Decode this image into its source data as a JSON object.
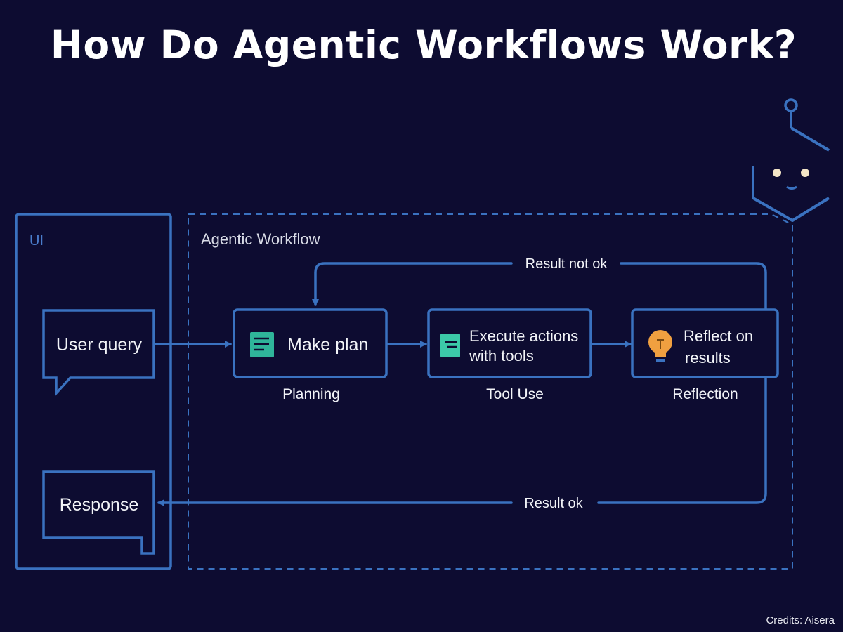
{
  "title": "How Do Agentic Workflows Work?",
  "colors": {
    "background": "#0d0c31",
    "accent": "#3a72c0",
    "plan_icon": "#2fb59a",
    "tool_icon": "#3cc9a8",
    "bulb_icon": "#f0a040",
    "text": "#f2f4f8"
  },
  "ui_panel": {
    "label": "UI",
    "user_query": "User query",
    "response": "Response"
  },
  "workflow": {
    "label": "Agentic Workflow",
    "steps": [
      {
        "lines": [
          "Make plan"
        ],
        "caption": "Planning",
        "icon": "document-icon"
      },
      {
        "lines": [
          "Execute actions",
          "with tools"
        ],
        "caption": "Tool Use",
        "icon": "tool-card-icon"
      },
      {
        "lines": [
          "Reflect on",
          "results"
        ],
        "caption": "Reflection",
        "icon": "lightbulb-icon"
      }
    ],
    "result_not_ok": "Result not ok",
    "result_ok": "Result ok"
  },
  "mascot_icon": "robot-hexagon-icon",
  "credit": "Credits: Aisera"
}
